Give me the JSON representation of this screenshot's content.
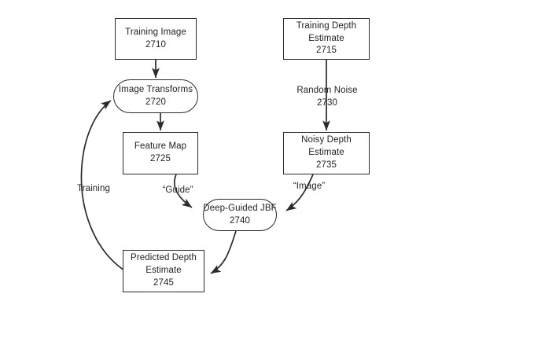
{
  "diagram": {
    "title": "Deep-Guided Joint Bilateral Filter training flow",
    "stroke_color": "#2b2b2b",
    "text_color": "#222222",
    "background_color": "#ffffff",
    "nodes": [
      {
        "id": "training-image",
        "shape": "rect",
        "lines": [
          "Training Image",
          "2710"
        ]
      },
      {
        "id": "training-depth",
        "shape": "rect",
        "lines": [
          "Training Depth",
          "Estimate",
          "2715"
        ]
      },
      {
        "id": "image-transforms",
        "shape": "stadium",
        "lines": [
          "Image Transforms",
          "2720"
        ]
      },
      {
        "id": "feature-map",
        "shape": "rect",
        "lines": [
          "Feature Map",
          "2725"
        ]
      },
      {
        "id": "noisy-depth",
        "shape": "rect",
        "lines": [
          "Noisy Depth",
          "Estimate",
          "2735"
        ]
      },
      {
        "id": "jbf",
        "shape": "stadium",
        "lines": [
          "Deep-Guided JBF",
          "2740"
        ]
      },
      {
        "id": "predicted-depth",
        "shape": "rect",
        "lines": [
          "Predicted Depth",
          "Estimate",
          "2745"
        ]
      }
    ],
    "edge_labels": [
      {
        "id": "random-noise",
        "lines": [
          "Random Noise",
          "2730"
        ]
      },
      {
        "id": "guide",
        "lines": [
          "“Guide”"
        ]
      },
      {
        "id": "image",
        "lines": [
          "“Image”"
        ]
      },
      {
        "id": "training",
        "lines": [
          "Training"
        ]
      }
    ],
    "edges": [
      {
        "from": "training-image",
        "to": "image-transforms",
        "label": ""
      },
      {
        "from": "image-transforms",
        "to": "feature-map",
        "label": ""
      },
      {
        "from": "training-depth",
        "to": "noisy-depth",
        "label": "Random Noise 2730"
      },
      {
        "from": "feature-map",
        "to": "jbf",
        "label": "“Guide”"
      },
      {
        "from": "noisy-depth",
        "to": "jbf",
        "label": "“Image”"
      },
      {
        "from": "jbf",
        "to": "predicted-depth",
        "label": ""
      },
      {
        "from": "predicted-depth",
        "to": "image-transforms",
        "label": "Training"
      }
    ]
  }
}
